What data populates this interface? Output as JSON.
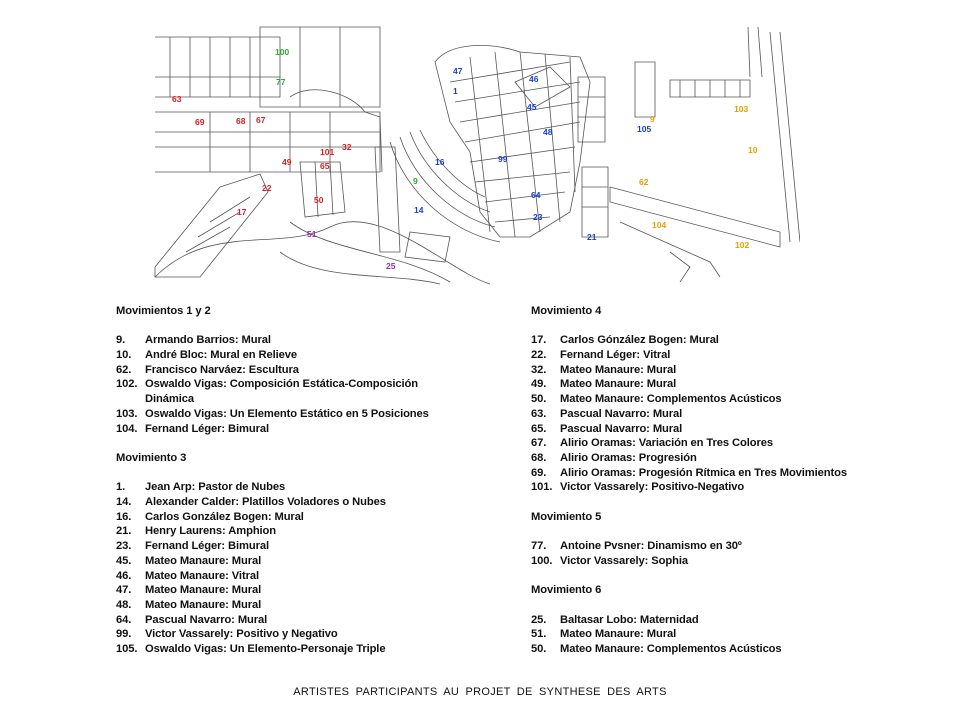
{
  "plan": {
    "colors": {
      "red": "#d42020",
      "blue": "#1a3fd0",
      "green": "#2ea82e",
      "orange": "#e8a000",
      "purple": "#9a2fb0",
      "line": "#555555"
    },
    "labels": [
      {
        "text": "100",
        "color": "green"
      },
      {
        "text": "77",
        "color": "green"
      },
      {
        "text": "63",
        "color": "red"
      },
      {
        "text": "69",
        "color": "red"
      },
      {
        "text": "68",
        "color": "red"
      },
      {
        "text": "67",
        "color": "red"
      },
      {
        "text": "49",
        "color": "red"
      },
      {
        "text": "101",
        "color": "red"
      },
      {
        "text": "65",
        "color": "red"
      },
      {
        "text": "32",
        "color": "red"
      },
      {
        "text": "22",
        "color": "red"
      },
      {
        "text": "50",
        "color": "red"
      },
      {
        "text": "17",
        "color": "red"
      },
      {
        "text": "51",
        "color": "purple"
      },
      {
        "text": "25",
        "color": "purple"
      },
      {
        "text": "45",
        "color": "blue"
      },
      {
        "text": "47",
        "color": "blue"
      },
      {
        "text": "1",
        "color": "blue"
      },
      {
        "text": "16",
        "color": "blue"
      },
      {
        "text": "9",
        "color": "green"
      },
      {
        "text": "14",
        "color": "blue"
      },
      {
        "text": "99",
        "color": "blue"
      },
      {
        "text": "46",
        "color": "blue"
      },
      {
        "text": "48",
        "color": "blue"
      },
      {
        "text": "64",
        "color": "blue"
      },
      {
        "text": "23",
        "color": "blue"
      },
      {
        "text": "21",
        "color": "blue"
      },
      {
        "text": "105",
        "color": "blue"
      },
      {
        "text": "103",
        "color": "orange"
      },
      {
        "text": "10",
        "color": "orange"
      },
      {
        "text": "62",
        "color": "orange"
      },
      {
        "text": "104",
        "color": "orange"
      },
      {
        "text": "102",
        "color": "orange"
      },
      {
        "text": "9",
        "color": "orange"
      }
    ]
  },
  "left": {
    "sections": [
      {
        "title": "Movimientos 1  y  2",
        "items": [
          {
            "num": "9.",
            "text": "Armando Barrios: Mural"
          },
          {
            "num": "10.",
            "text": "André Bloc: Mural en Relieve"
          },
          {
            "num": "62.",
            "text": "Francisco Narváez: Escultura"
          },
          {
            "num": "102.",
            "text": "Oswaldo Vigas: Composición Estática-Composición",
            "cont": "Dinámica"
          },
          {
            "num": "103.",
            "text": "Oswaldo Vigas: Un Elemento Estático en 5 Posiciones"
          },
          {
            "num": "104.",
            "text": "Fernand Léger: Bimural"
          }
        ]
      },
      {
        "title": "Movimiento 3",
        "items": [
          {
            "num": "1.",
            "text": "Jean Arp: Pastor de Nubes"
          },
          {
            "num": "14.",
            "text": "Alexander Calder: Platillos Voladores o Nubes"
          },
          {
            "num": "16.",
            "text": "Carlos González Bogen: Mural"
          },
          {
            "num": "21.",
            "text": "Henry Laurens: Amphion"
          },
          {
            "num": "23.",
            "text": "Fernand Léger: Bimural"
          },
          {
            "num": "45.",
            "text": "Mateo Manaure: Mural"
          },
          {
            "num": "46.",
            "text": "Mateo Manaure: Vitral"
          },
          {
            "num": "47.",
            "text": "Mateo Manaure: Mural"
          },
          {
            "num": "48.",
            "text": "Mateo Manaure: Mural"
          },
          {
            "num": "64.",
            "text": "Pascual Navarro: Mural"
          },
          {
            "num": "99.",
            "text": "Victor Vassarely: Positivo y Negativo"
          },
          {
            "num": "105.",
            "text": "Oswaldo Vigas:  Un Elemento-Personaje Triple"
          }
        ]
      }
    ]
  },
  "right": {
    "sections": [
      {
        "title": "Movimiento 4",
        "items": [
          {
            "num": "17.",
            "text": "Carlos Gónzález Bogen: Mural"
          },
          {
            "num": "22.",
            "text": "Fernand Léger: Vitral"
          },
          {
            "num": "32.",
            "text": "Mateo Manaure: Mural"
          },
          {
            "num": "49.",
            "text": "Mateo Manaure: Mural"
          },
          {
            "num": "50.",
            "text": "Mateo Manaure: Complementos Acústicos"
          },
          {
            "num": "63.",
            "text": "Pascual Navarro: Mural"
          },
          {
            "num": "65.",
            "text": "Pascual Navarro: Mural"
          },
          {
            "num": "67.",
            "text": "Alirio Oramas: Variación en Tres Colores"
          },
          {
            "num": "68.",
            "text": "Alirio Oramas: Progresión"
          },
          {
            "num": "69.",
            "text": "Alirio Oramas: Progesión Rítmica en Tres Movimientos"
          },
          {
            "num": "101.",
            "text": "Victor Vassarely: Positivo-Negativo"
          }
        ]
      },
      {
        "title": "Movimiento 5",
        "items": [
          {
            "num": "77.",
            "text": "Antoine Pvsner: Dinamismo en 30º"
          },
          {
            "num": "100.",
            "text": "Victor Vassarely: Sophia"
          }
        ]
      },
      {
        "title": "Movimiento 6",
        "items": [
          {
            "num": "25.",
            "text": "Baltasar Lobo: Maternidad"
          },
          {
            "num": "51.",
            "text": "Mateo Manaure: Mural"
          },
          {
            "num": "50.",
            "text": "Mateo Manaure: Complementos Acústicos"
          }
        ]
      }
    ]
  },
  "caption": "ARTISTES  PARTICIPANTS  AU  PROJET  DE  SYNTHESE  DES  ARTS"
}
